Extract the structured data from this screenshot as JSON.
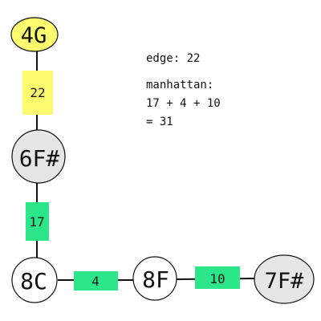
{
  "info": {
    "edge_line": "edge: 22",
    "manhattan_label": "manhattan:",
    "manhattan_sum": "17 + 4 + 10",
    "manhattan_total": "= 31"
  },
  "nodes": {
    "n4g": {
      "label": "4G",
      "color": "#fcfc6e"
    },
    "n6fs": {
      "label": "6F#",
      "color": "#e6e6e6"
    },
    "n8c": {
      "label": "8C",
      "color": "#ffffff"
    },
    "n8f": {
      "label": "8F",
      "color": "#ffffff"
    },
    "n7fs": {
      "label": "7F#",
      "color": "#e6e6e6"
    }
  },
  "edges": {
    "e4g6fs": {
      "label": "22",
      "color": "#fcfc6e"
    },
    "e6fs8c": {
      "label": "17",
      "color": "#2ce68a"
    },
    "e8c8f": {
      "label": "4",
      "color": "#2ce68a"
    },
    "e8f7fs": {
      "label": "10",
      "color": "#2ce68a"
    }
  }
}
